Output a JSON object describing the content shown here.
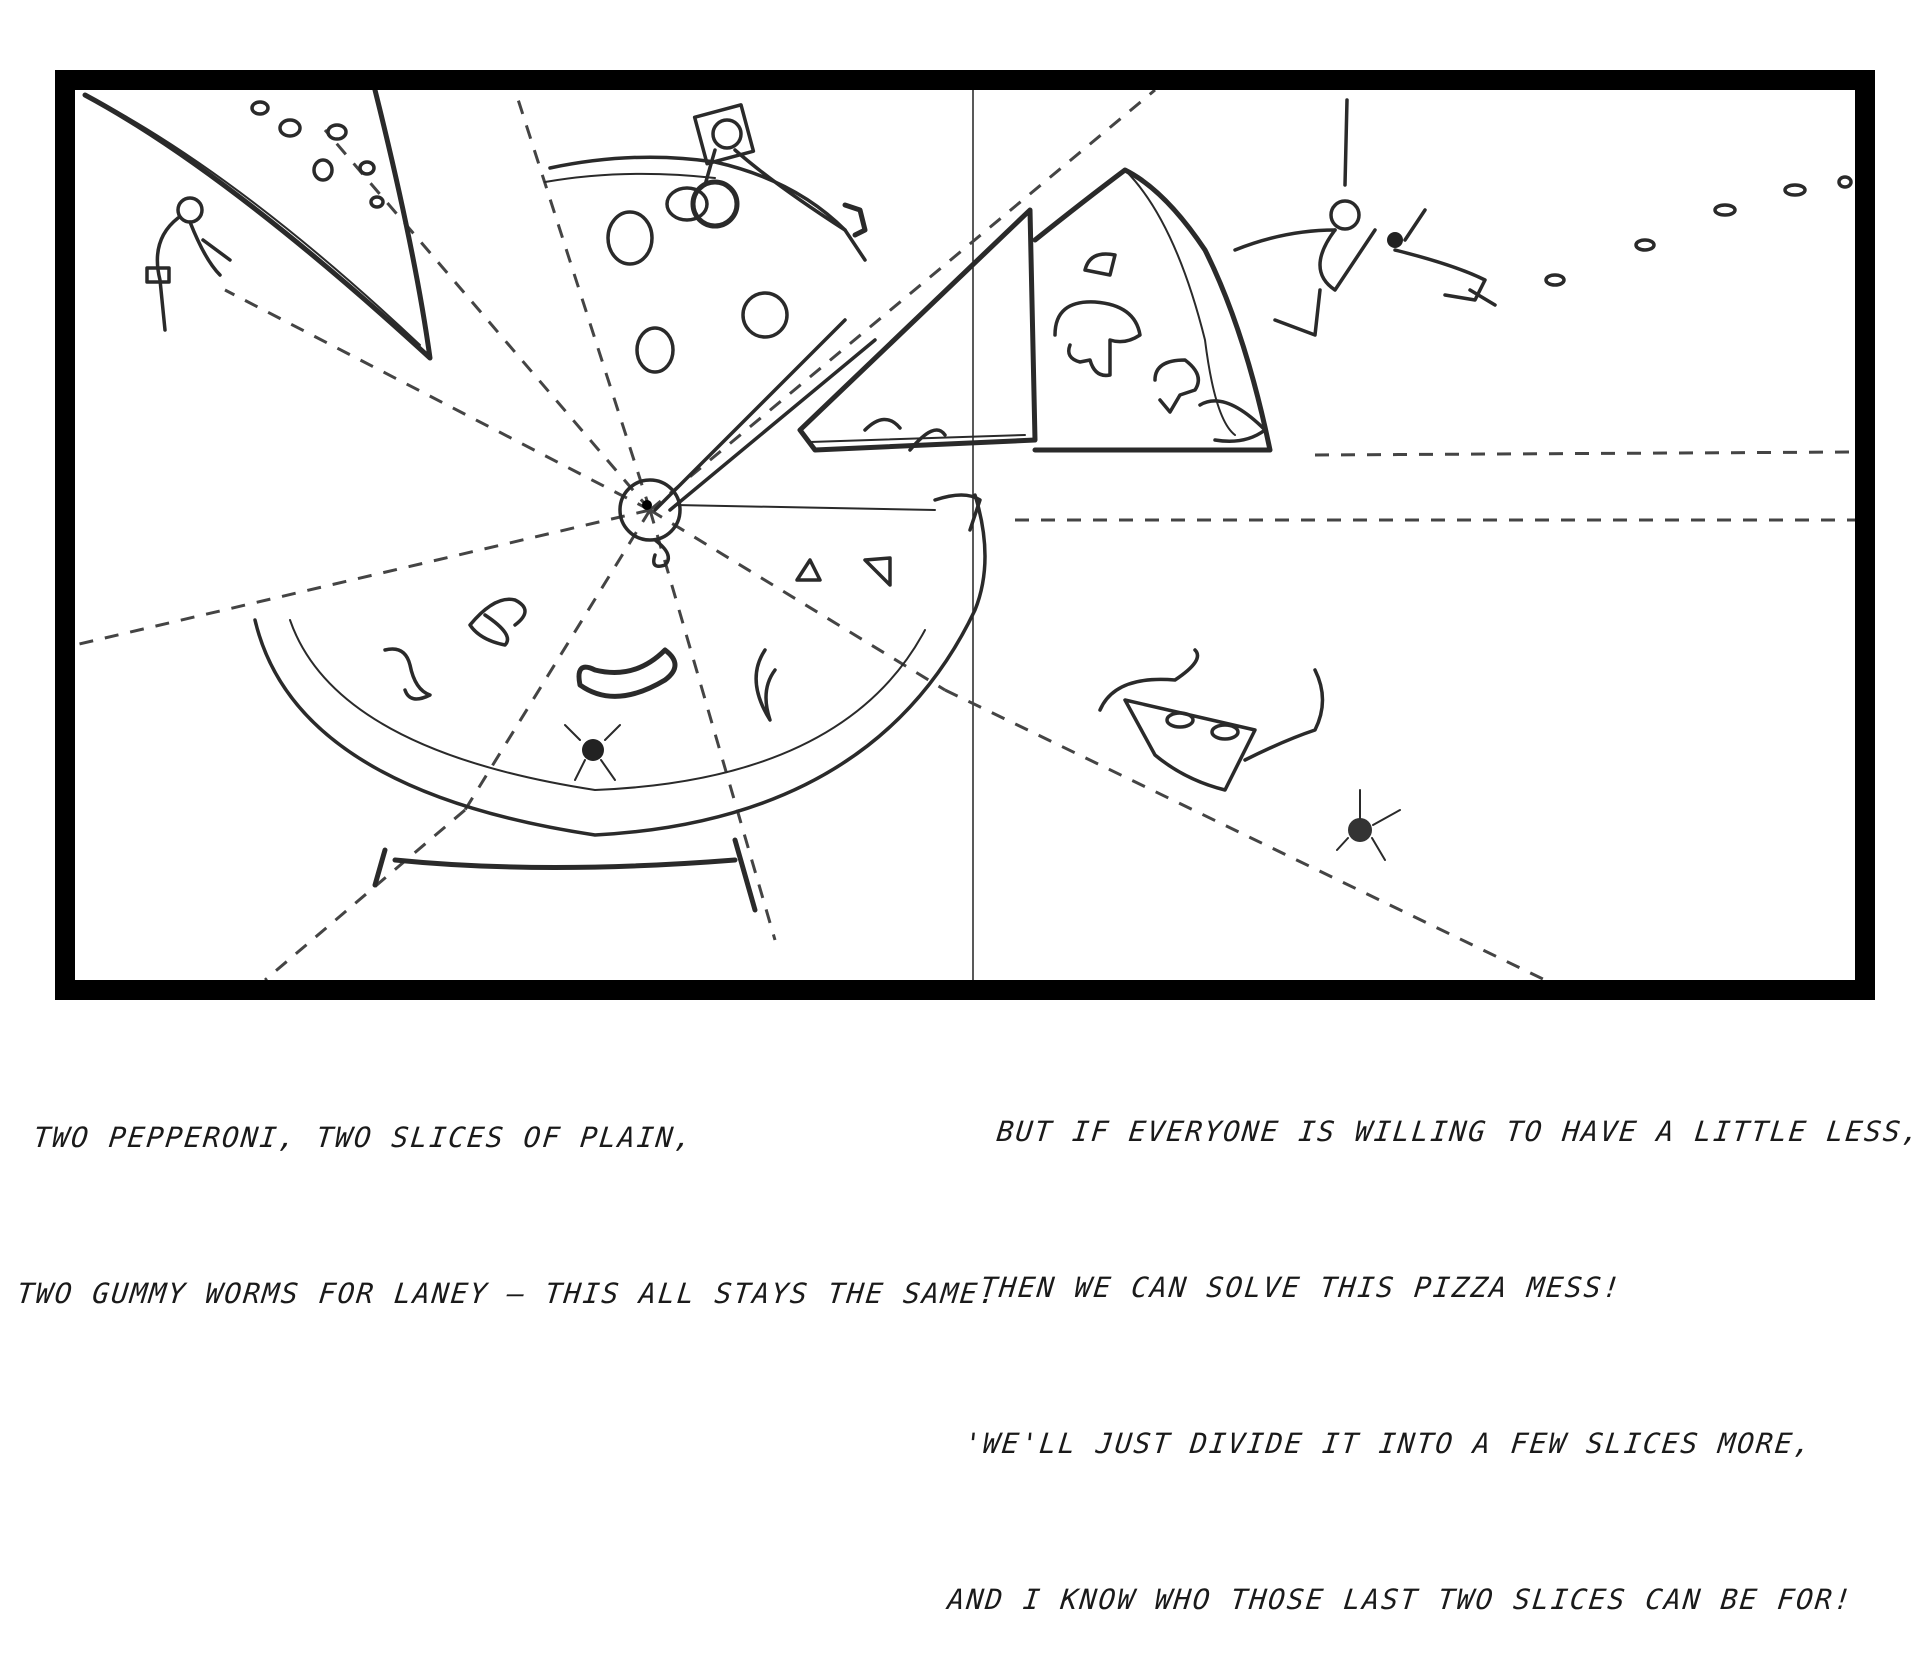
{
  "captions": {
    "left": {
      "line1": "TWO PEPPERONI, TWO SLICES OF PLAIN,",
      "line2": "TWO GUMMY WORMS FOR LANEY — THIS ALL STAYS THE SAME."
    },
    "right": {
      "line1": "BUT IF EVERYONE IS WILLING TO HAVE A LITTLE LESS,",
      "line2": "THEN WE CAN SOLVE THIS PIZZA MESS!",
      "line3": "'WE'LL JUST DIVIDE IT INTO A FEW SLICES MORE,",
      "line4": "AND I KNOW WHO THOSE LAST TWO SLICES CAN BE FOR!"
    }
  },
  "colors": {
    "frame": "#000000",
    "ink": "#2a2a2a",
    "paper": "#ffffff"
  }
}
